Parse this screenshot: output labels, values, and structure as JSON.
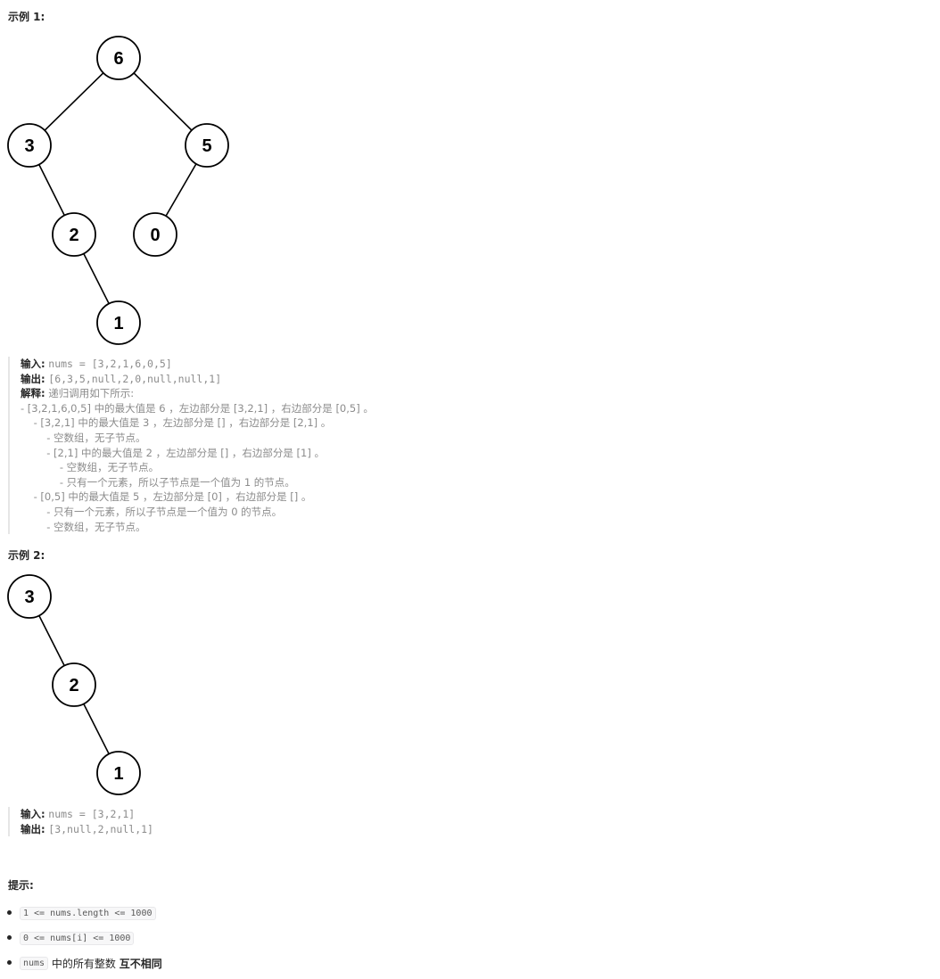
{
  "example1": {
    "title": "示例 1:",
    "tree": {
      "nodes": [
        "6",
        "3",
        "5",
        "2",
        "0",
        "1"
      ]
    },
    "input_label": "输入:",
    "input_value": "nums = [3,2,1,6,0,5]",
    "output_label": "输出:",
    "output_value": "[6,3,5,null,2,0,null,null,1]",
    "explain_label": "解释:",
    "explain_value": "递归调用如下所示:",
    "steps": [
      "- [3,2,1,6,0,5] 中的最大值是 6 ，左边部分是 [3,2,1] ，右边部分是 [0,5] 。",
      "    - [3,2,1] 中的最大值是 3 ，左边部分是 [] ，右边部分是 [2,1] 。",
      "        - 空数组，无子节点。",
      "        - [2,1] 中的最大值是 2 ，左边部分是 [] ，右边部分是 [1] 。",
      "            - 空数组，无子节点。",
      "            - 只有一个元素，所以子节点是一个值为 1 的节点。",
      "    - [0,5] 中的最大值是 5 ，左边部分是 [0] ，右边部分是 [] 。",
      "        - 只有一个元素，所以子节点是一个值为 0 的节点。",
      "        - 空数组，无子节点。"
    ]
  },
  "example2": {
    "title": "示例 2:",
    "tree": {
      "nodes": [
        "3",
        "2",
        "1"
      ]
    },
    "input_label": "输入:",
    "input_value": "nums = [3,2,1]",
    "output_label": "输出:",
    "output_value": "[3,null,2,null,1]"
  },
  "hints": {
    "title": "提示:",
    "items": [
      {
        "code": "1 <= nums.length <= 1000",
        "text": "",
        "strong": ""
      },
      {
        "code": "0 <= nums[i] <= 1000",
        "text": "",
        "strong": ""
      },
      {
        "code": "nums",
        "text": " 中的所有整数 ",
        "strong": "互不相同"
      }
    ]
  }
}
